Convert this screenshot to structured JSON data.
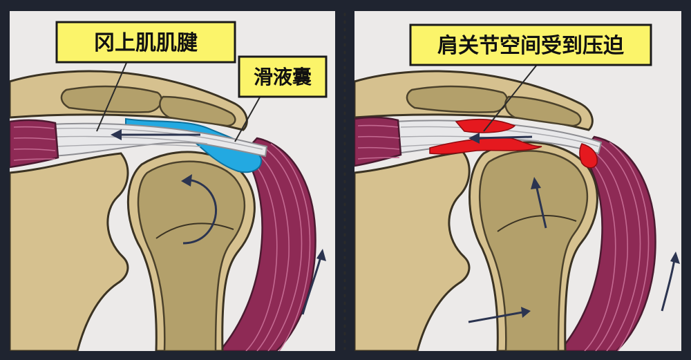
{
  "left_panel": {
    "label_tendon": "冈上肌肌腱",
    "label_bursa": "滑液囊"
  },
  "right_panel": {
    "label_impingement": "肩关节空间受到压迫"
  },
  "colors": {
    "bursa": "#23a9e1",
    "impingement": "#e5191f",
    "label_bg": "#fbf46a",
    "muscle": "#8e2a55",
    "bone": "#d6c18f",
    "spongy_bone": "#b3a06b",
    "tendon": "#e8e8ea"
  }
}
